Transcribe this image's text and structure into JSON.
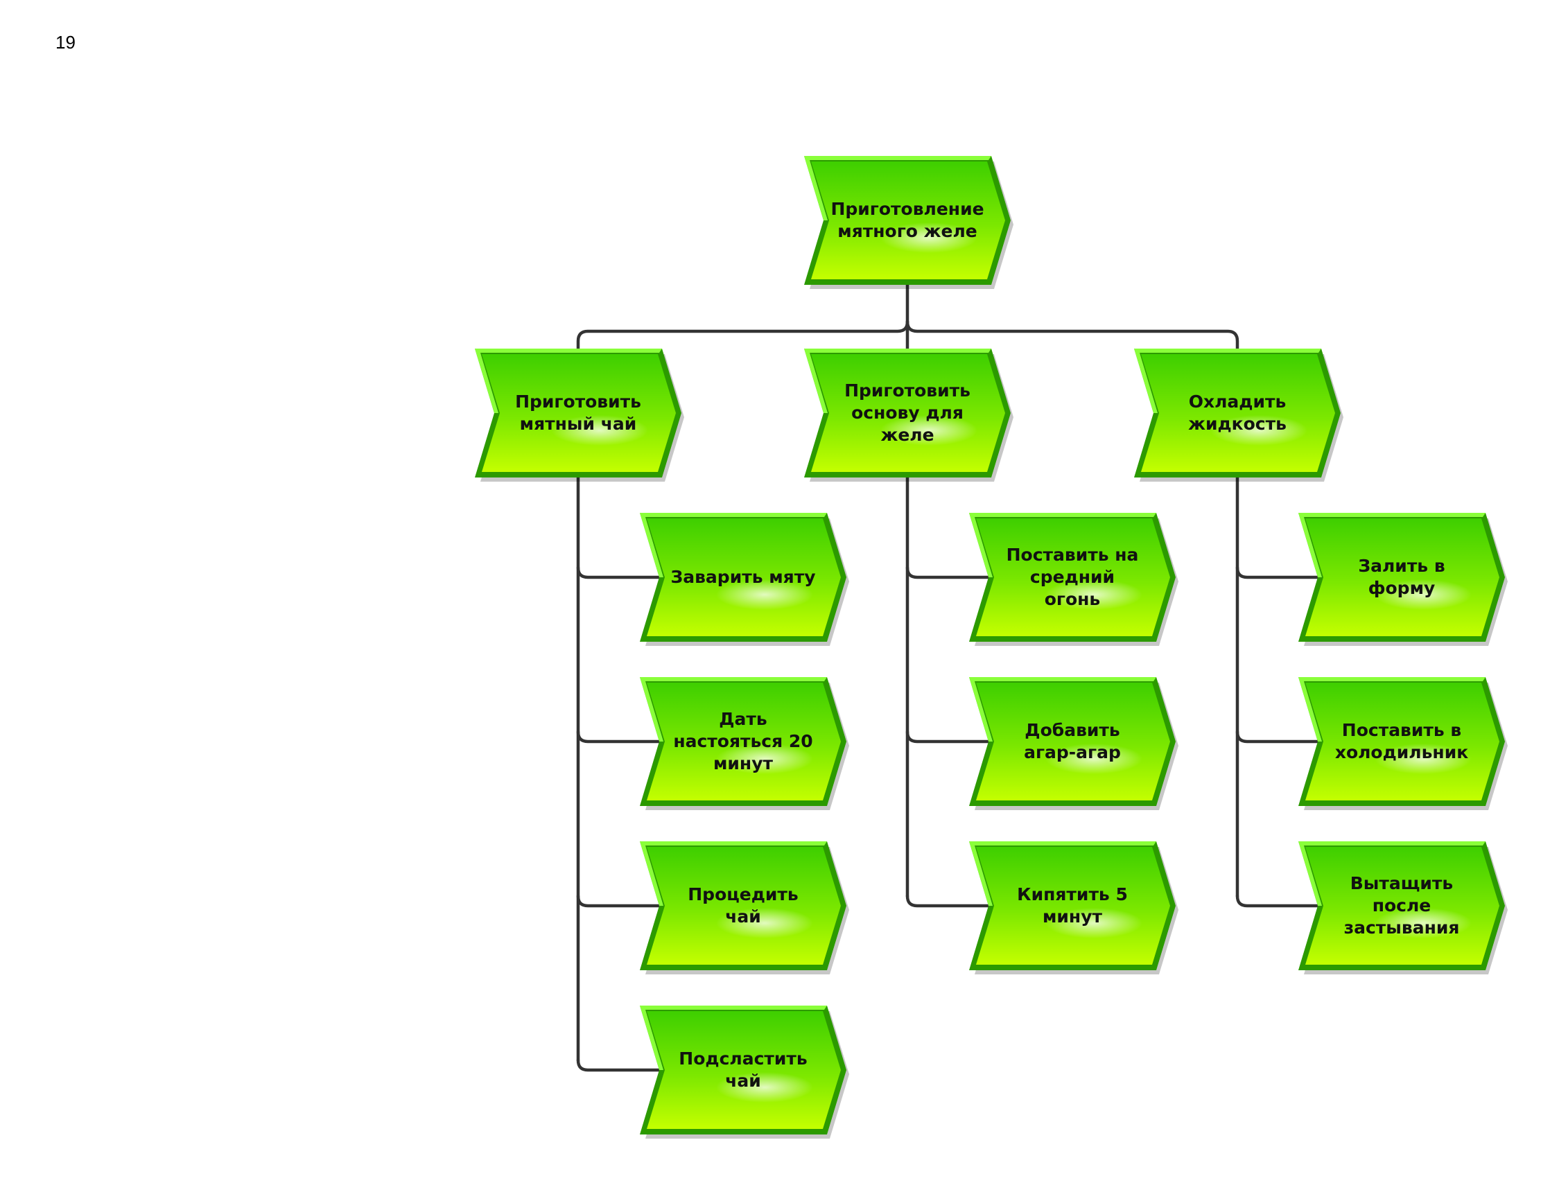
{
  "page_number": "19",
  "colors": {
    "node_fill_top": "#3ecf00",
    "node_fill_bottom": "#c4ff00",
    "node_bevel_light": "#8aff3a",
    "node_bevel_dark": "#2c9a00",
    "connector": "#333333",
    "text": "#111111"
  },
  "root": {
    "label": "Приготовление мятного желе"
  },
  "branches": [
    {
      "label": "Приготовить мятный чай",
      "children": [
        {
          "label": "Заварить мяту"
        },
        {
          "label": "Дать настояться 20 минут"
        },
        {
          "label": "Процедить чай"
        },
        {
          "label": "Подсластить чай"
        }
      ]
    },
    {
      "label": "Приготовить основу для желе",
      "children": [
        {
          "label": "Поставить на средний огонь"
        },
        {
          "label": "Добавить агар-агар"
        },
        {
          "label": "Кипятить 5 минут"
        }
      ]
    },
    {
      "label": "Охладить жидкость",
      "children": [
        {
          "label": "Залить в форму"
        },
        {
          "label": "Поставить в холодильник"
        },
        {
          "label": "Вытащить после застывания"
        }
      ]
    }
  ]
}
